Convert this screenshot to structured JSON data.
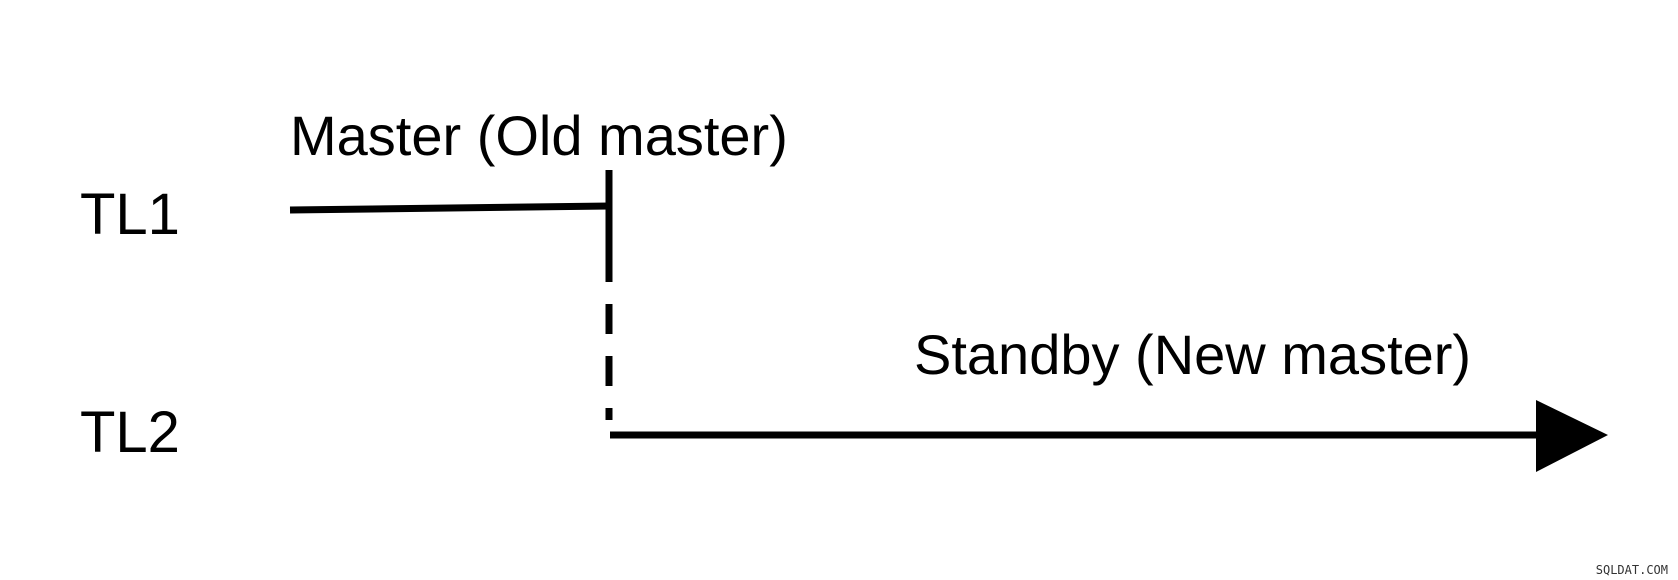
{
  "timelines": [
    {
      "id": "TL1",
      "label": "TL1"
    },
    {
      "id": "TL2",
      "label": "TL2"
    }
  ],
  "roles": {
    "old_master": "Master (Old master)",
    "new_master": "Standby (New master)"
  },
  "watermark": "SQLDAT.COM",
  "colors": {
    "line": "#000000",
    "background": "#ffffff"
  }
}
